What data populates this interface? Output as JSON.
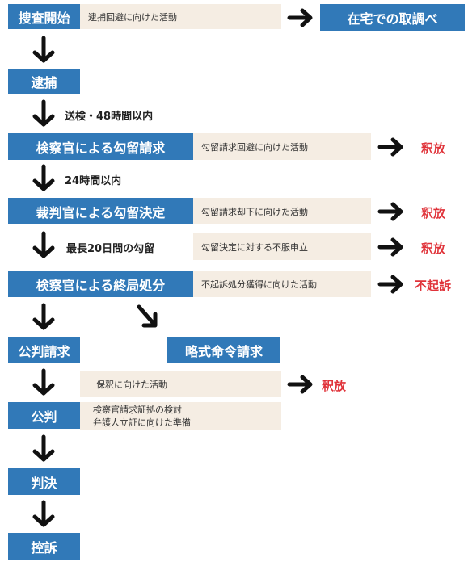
{
  "flow": {
    "start": "捜査開始",
    "arrest": "逮捕",
    "prosecutor_detention_request": "検察官による勾留請求",
    "judge_detention_decision": "裁判官による勾留決定",
    "prosecutor_final_disposition": "検察官による終局処分",
    "public_indictment": "公判請求",
    "summary_indictment": "略式命令請求",
    "trial": "公判",
    "judgment": "判決",
    "appeal": "控訴",
    "home_investigation": "在宅での取調べ"
  },
  "labels": {
    "referral": "送検・48時間以内",
    "within24": "24時間以内",
    "max20days": "最長20日間の勾留"
  },
  "notes": {
    "avoid_arrest": "逮捕回避に向けた活動",
    "avoid_detention_request": "勾留請求回避に向けた活動",
    "detention_request_rejection": "勾留請求却下に向けた活動",
    "detention_appeal": "勾留決定に対する不服申立",
    "non_indictment_activity": "不起訴処分獲得に向けた活動",
    "bail_activity": "保釈に向けた活動",
    "trial_line1": "検察官請求証拠の検討",
    "trial_line2": "弁護人立証に向けた準備"
  },
  "results": {
    "release1": "釈放",
    "release2": "釈放",
    "release3": "釈放",
    "non_indictment": "不起訴",
    "release4": "釈放"
  },
  "colors": {
    "box": "#3179b8",
    "note": "#f5ede3",
    "result": "#e0333a",
    "arrow": "#111111"
  }
}
